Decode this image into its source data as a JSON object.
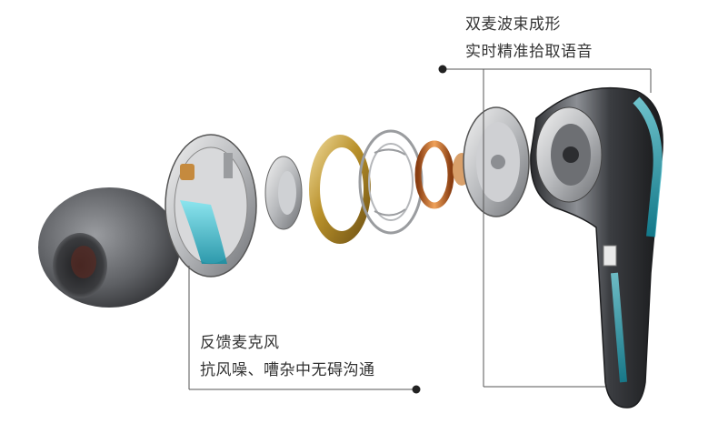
{
  "captions": {
    "top": {
      "line1": "双麦波束成形",
      "line2": "实时精准拾取语音"
    },
    "bottom": {
      "line1": "反馈麦克风",
      "line2": "抗风噪、嘈杂中无碍沟通"
    }
  },
  "colors": {
    "background": "#ffffff",
    "text": "#333333",
    "callout_line": "#555555",
    "accent_teal": "#1fb6c9",
    "gold_ring": "#b8902a",
    "copper_coil": "#d07a2e",
    "gray_shell": "#6d6f73"
  },
  "icons": {
    "callout_dot": "filled-circle"
  }
}
